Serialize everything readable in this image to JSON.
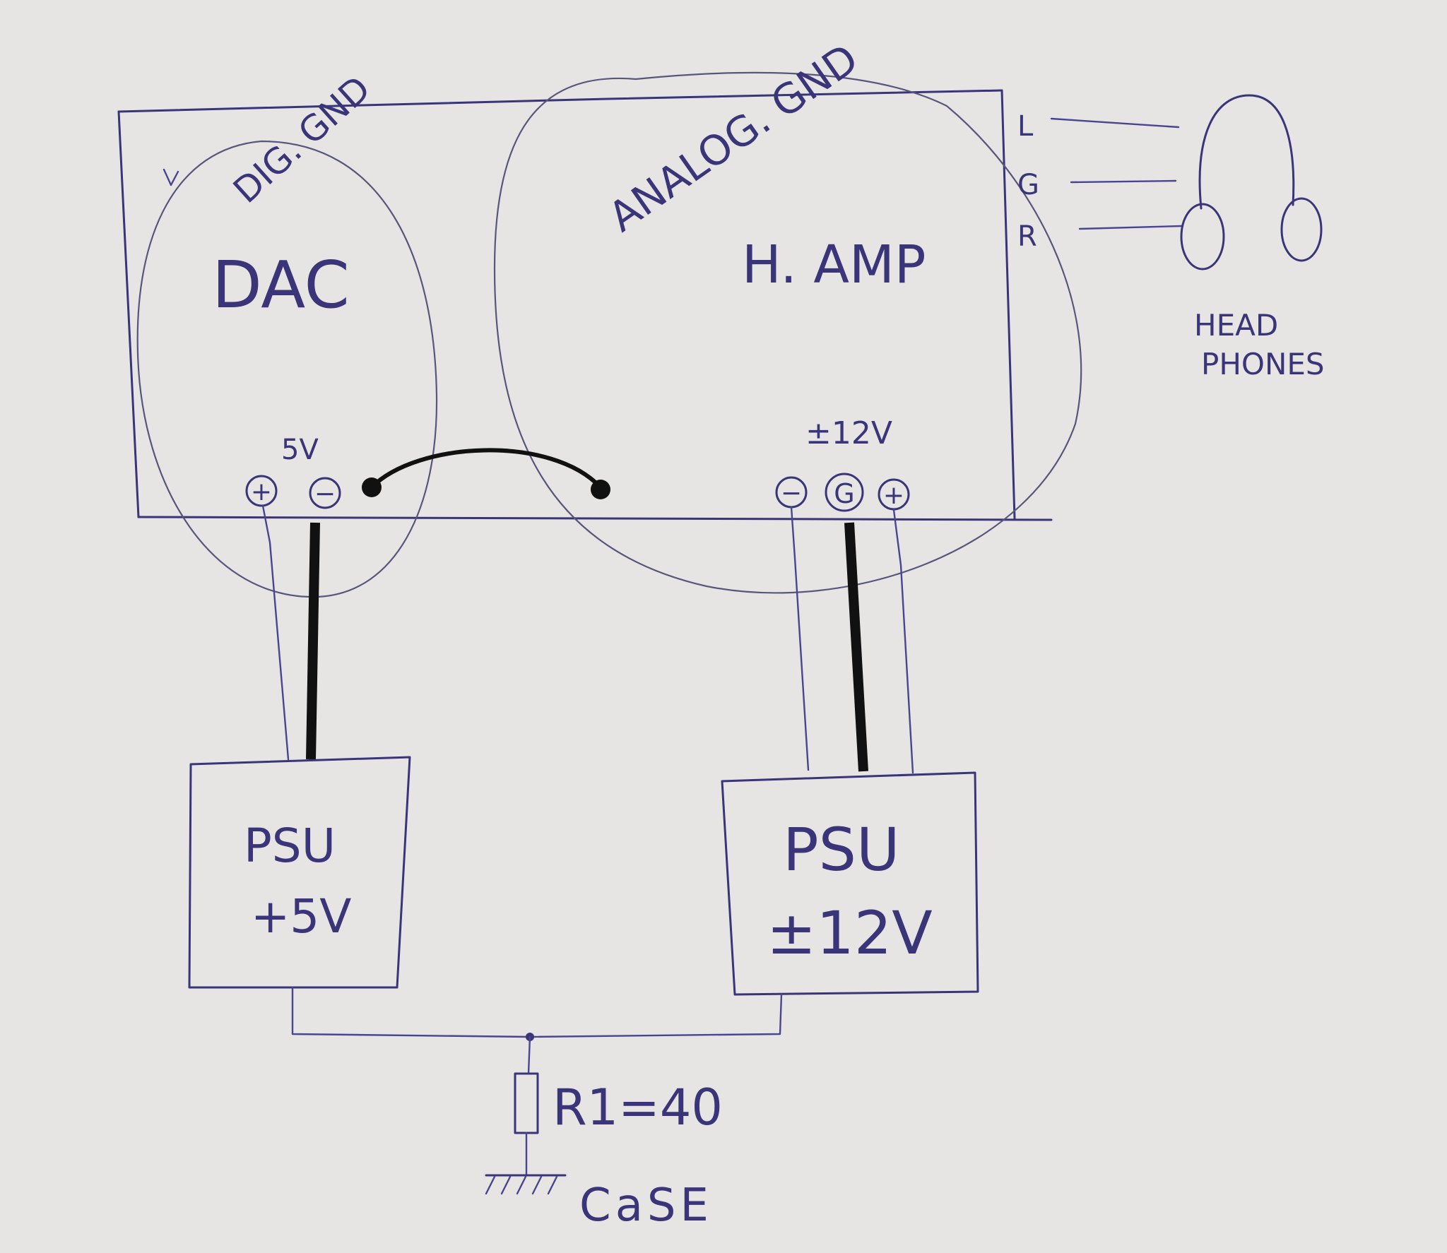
{
  "labels": {
    "dig_gnd": "DIG. GND",
    "analog_gnd": "ANALOG. GND",
    "dac": "DAC",
    "hamp": "H. AMP",
    "headphones_line1": "HEAD",
    "headphones_line2": "PHONES",
    "dac_voltage": "5V",
    "amp_voltage": "±12V",
    "pin_l": "L",
    "pin_g": "G",
    "pin_r": "R",
    "dac_plus": "+",
    "dac_minus": "−",
    "amp_minus": "−",
    "amp_ground": "G",
    "amp_plus": "+",
    "psu1_line1": "PSU",
    "psu1_line2": "+5V",
    "psu2_line1": "PSU",
    "psu2_line2": "±12V",
    "resistor": "R1=40",
    "case": "CaSE"
  },
  "colors": {
    "paper": "#e6e5e3",
    "ink": "#3a3478",
    "heavy_wire": "#111111"
  }
}
